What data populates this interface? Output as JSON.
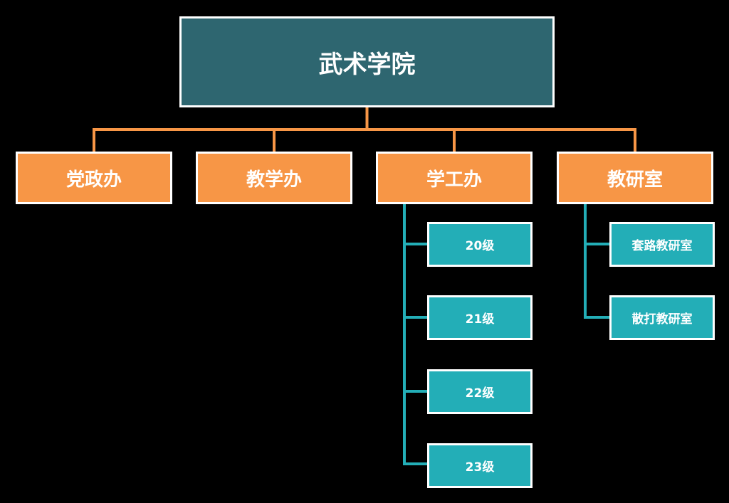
{
  "colors": {
    "background": "#000000",
    "root_fill": "#2e6670",
    "dept_fill": "#f79646",
    "sub_fill": "#23aeb7",
    "border": "#ffffff",
    "dept_connector": "#f79646",
    "sub_connector": "#23aeb7"
  },
  "root": {
    "label": "武术学院"
  },
  "departments": [
    {
      "label": "党政办",
      "children": []
    },
    {
      "label": "教学办",
      "children": []
    },
    {
      "label": "学工办",
      "children": [
        {
          "label": "20级"
        },
        {
          "label": "21级"
        },
        {
          "label": "22级"
        },
        {
          "label": "23级"
        }
      ]
    },
    {
      "label": "教研室",
      "children": [
        {
          "label": "套路教研室"
        },
        {
          "label": "散打教研室"
        }
      ]
    }
  ]
}
